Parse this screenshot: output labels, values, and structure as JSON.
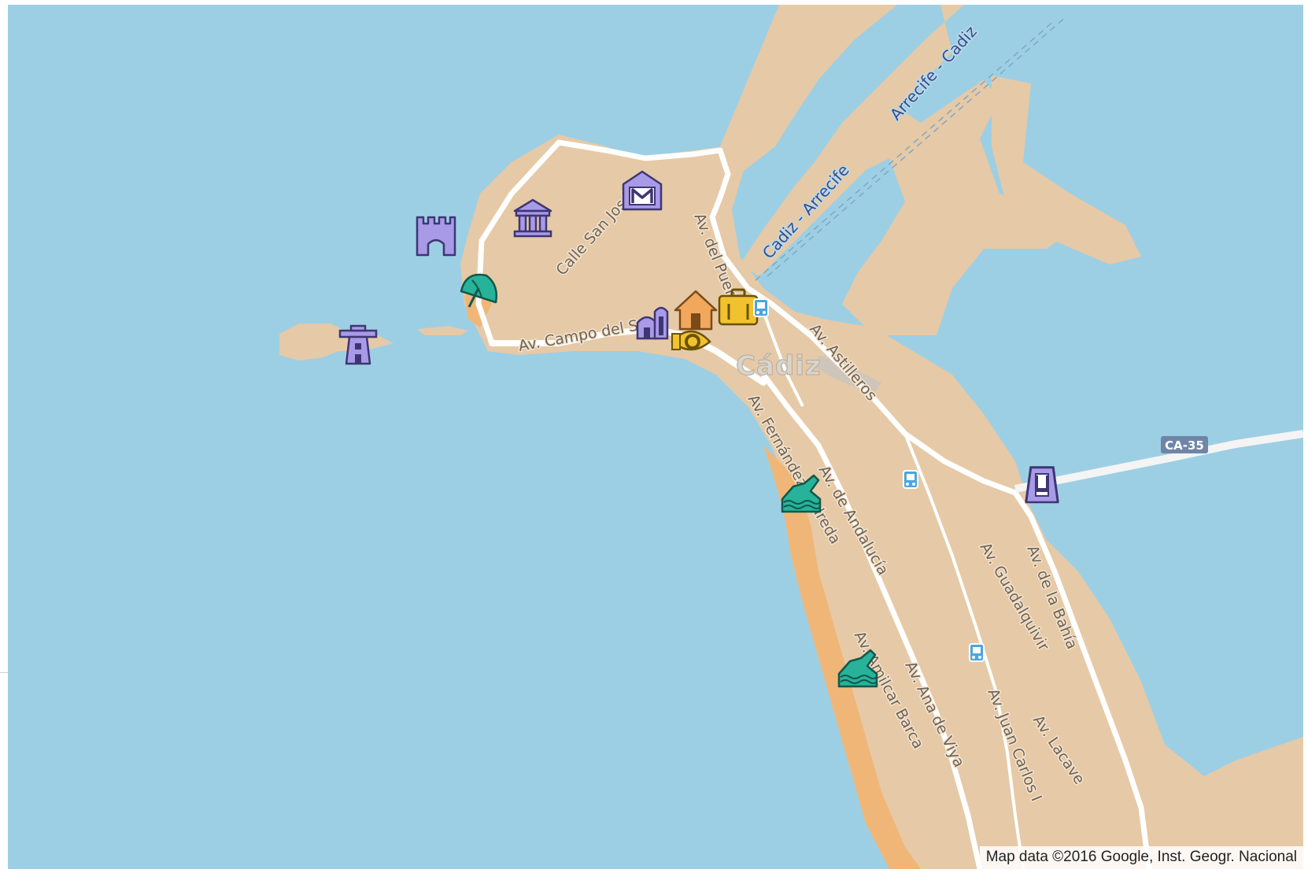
{
  "map": {
    "city_label": "Cádiz",
    "road_shield": "CA-35",
    "attribution": "Map data ©2016 Google, Inst. Geogr. Nacional",
    "ferry_routes": [
      "Arrecife - Cadiz",
      "Cadiz - Arrecife"
    ],
    "streets": [
      "Calle San José",
      "Av. del Puerto",
      "Av. Campo del Sur",
      "Av. Astilleros",
      "Av. Fernández Ladreda",
      "Av. de Andalucía",
      "Av. Guadalquivir",
      "Av. de la Bahía",
      "Av. Amilcar Barca",
      "Av. Ana de Viya",
      "Av. Juan Carlos I",
      "Av. Lacave"
    ],
    "markers": [
      {
        "icon": "castle-icon",
        "color": "#a99ae8"
      },
      {
        "icon": "museum-icon",
        "color": "#a99ae8"
      },
      {
        "icon": "monument-icon",
        "color": "#a99ae8"
      },
      {
        "icon": "beach-umbrella-icon",
        "color": "#26b39a"
      },
      {
        "icon": "lighthouse-icon",
        "color": "#a99ae8"
      },
      {
        "icon": "church-icon",
        "color": "#a99ae8"
      },
      {
        "icon": "house-icon",
        "color": "#f2a85c"
      },
      {
        "icon": "suitcase-icon",
        "color": "#f2c22e"
      },
      {
        "icon": "eye-icon",
        "color": "#f2c22e"
      },
      {
        "icon": "bus-stop-icon",
        "color": "#4aa6e0"
      },
      {
        "icon": "swimming-icon",
        "color": "#26b39a"
      },
      {
        "icon": "playground-swing-icon",
        "color": "#a99ae8"
      }
    ],
    "colors": {
      "water": "#9dcfe4",
      "land": "#e6c9a6",
      "beach": "#f0b678",
      "road": "#ffffff"
    }
  }
}
